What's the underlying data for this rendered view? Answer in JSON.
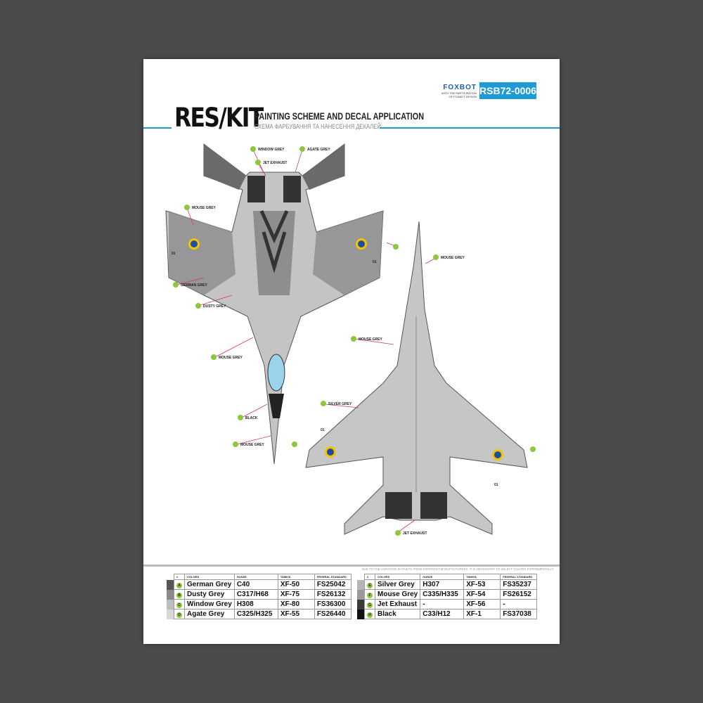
{
  "header": {
    "brand": "RES/KIT",
    "title": "PAINTING SCHEME AND DECAL APPLICATION",
    "subtitle": "СХЕМА ФАРБУВАННЯ ТА НАНЕСЕННЯ ДЕКАЛЕЙ",
    "partner": "FOXBOT",
    "partner_note_1": "WITH THE PARTICIPATION",
    "partner_note_2": "OF FOXBOT DESIGN",
    "product_code": "RSB72-0006"
  },
  "callouts_top": [
    {
      "letter": "C",
      "label": "WINDOW GREY"
    },
    {
      "letter": "D",
      "label": "AGATE GREY"
    },
    {
      "letter": "G",
      "label": "JET EXHAUST"
    },
    {
      "letter": "F",
      "label": "MOUSE GREY"
    },
    {
      "letter": "A",
      "label": "GERMAN GREY"
    },
    {
      "letter": "B",
      "label": "DUSTY GREY"
    },
    {
      "letter": "F",
      "label": "MOUSE GREY"
    },
    {
      "letter": "H",
      "label": "BLACK"
    },
    {
      "letter": "F",
      "label": "MOUSE GREY"
    },
    {
      "letter": "F",
      "label": ""
    },
    {
      "letter": "",
      "label": "01"
    },
    {
      "letter": "",
      "label": "01"
    }
  ],
  "callouts_bottom": [
    {
      "letter": "F",
      "label": "MOUSE GREY"
    },
    {
      "letter": "F",
      "label": "MOUSE GREY"
    },
    {
      "letter": "E",
      "label": "SILVER GREY"
    },
    {
      "letter": "F",
      "label": ""
    },
    {
      "letter": "F",
      "label": ""
    },
    {
      "letter": "G",
      "label": "JET EXHAUST"
    },
    {
      "letter": "",
      "label": "01"
    },
    {
      "letter": "",
      "label": "01"
    }
  ],
  "note": "DUE TO THE VARIATION IN PAINTS FROM DIFFERENT MANUFACTURERS, IT IS NECESSARY TO SELECT COLORS EXPERIMENTALLY.",
  "table_headers": [
    "#",
    "COLORS",
    "GUNZE",
    "TAMIYA",
    "FEDERAL STANDARD"
  ],
  "table_left": [
    {
      "swatch": "#555555",
      "letter": "A",
      "color": "German Grey",
      "gunze": "C40",
      "tamiya": "XF-50",
      "fs": "FS25042"
    },
    {
      "swatch": "#8a8a8a",
      "letter": "B",
      "color": "Dusty Grey",
      "gunze": "C317/H68",
      "tamiya": "XF-75",
      "fs": "FS26132"
    },
    {
      "swatch": "#bdbdbd",
      "letter": "C",
      "color": "Window Grey",
      "gunze": "H308",
      "tamiya": "XF-80",
      "fs": "FS36300"
    },
    {
      "swatch": "#d8d8d8",
      "letter": "D",
      "color": "Agate Grey",
      "gunze": "C325/H325",
      "tamiya": "XF-55",
      "fs": "FS26440"
    }
  ],
  "table_right": [
    {
      "swatch": "#b5b5b5",
      "letter": "E",
      "color": "Silver Grey",
      "gunze": "H307",
      "tamiya": "XF-53",
      "fs": "FS35237"
    },
    {
      "swatch": "#9a9a9a",
      "letter": "F",
      "color": "Mouse Grey",
      "gunze": "C335/H335",
      "tamiya": "XF-54",
      "fs": "FS26152"
    },
    {
      "swatch": "#3a3a3a",
      "letter": "G",
      "color": "Jet Exhaust",
      "gunze": "-",
      "tamiya": "XF-56",
      "fs": "-"
    },
    {
      "swatch": "#111111",
      "letter": "H",
      "color": "Black",
      "gunze": "C33/H12",
      "tamiya": "XF-1",
      "fs": "FS37038"
    }
  ],
  "colors": {
    "accent": "#1e9bd7",
    "badge": "#8dc63f",
    "background": "#4a4b4a"
  }
}
